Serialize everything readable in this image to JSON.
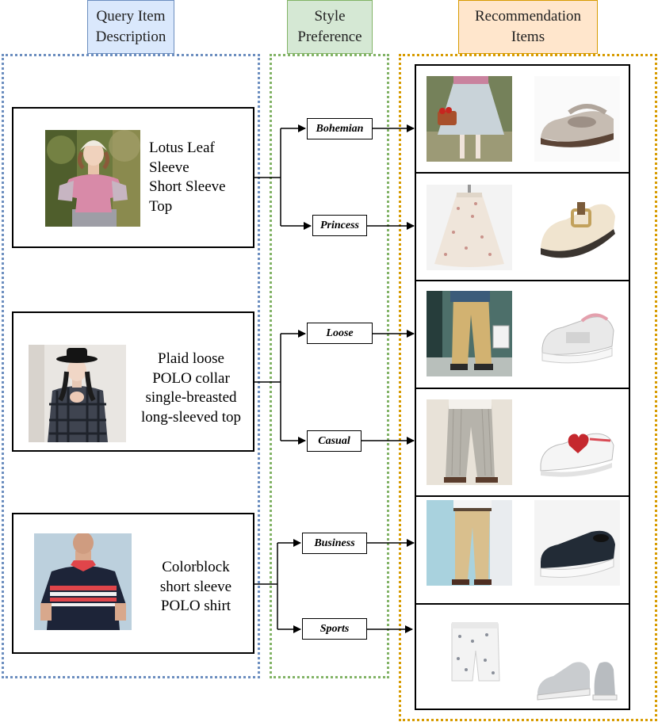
{
  "headers": {
    "query": "Query Item\nDescription",
    "style": "Style\nPreference",
    "recommendation": "Recommendation\nItems"
  },
  "queries": [
    {
      "text": "Lotus Leaf\nSleeve\nShort Sleeve\nTop",
      "image": "woman-pink-ruffle-top-photo"
    },
    {
      "text": "Plaid loose\nPOLO collar\nsingle-breasted\nlong-sleeved top",
      "image": "woman-plaid-shirt-photo"
    },
    {
      "text": "Colorblock\nshort sleeve\nPOLO shirt",
      "image": "man-colorblock-polo-photo"
    }
  ],
  "styles": [
    "Bohemian",
    "Princess",
    "Loose",
    "Casual",
    "Business",
    "Sports"
  ],
  "recommendations": [
    {
      "bottom": "tulle-skirt-photo",
      "shoe": "beige-mary-jane-shoe-photo"
    },
    {
      "bottom": "floral-ruffle-skirt-photo",
      "shoe": "cream-buckle-loafer-photo"
    },
    {
      "bottom": "khaki-wide-pants-photo",
      "shoe": "white-pink-sneaker-photo"
    },
    {
      "bottom": "grey-drawstring-pants-photo",
      "shoe": "white-heart-sneaker-photo"
    },
    {
      "bottom": "beige-chino-pants-photo",
      "shoe": "black-slip-on-shoe-photo"
    },
    {
      "bottom": "white-print-shorts-photo",
      "shoe": "grey-running-shoe-photo"
    }
  ],
  "colors": {
    "query_header_fill": "#dae8fc",
    "query_border": "#6c8ebf",
    "style_header_fill": "#d5e8d4",
    "style_border": "#82b366",
    "rec_header_fill": "#ffe6cc",
    "rec_border": "#d79b00"
  }
}
